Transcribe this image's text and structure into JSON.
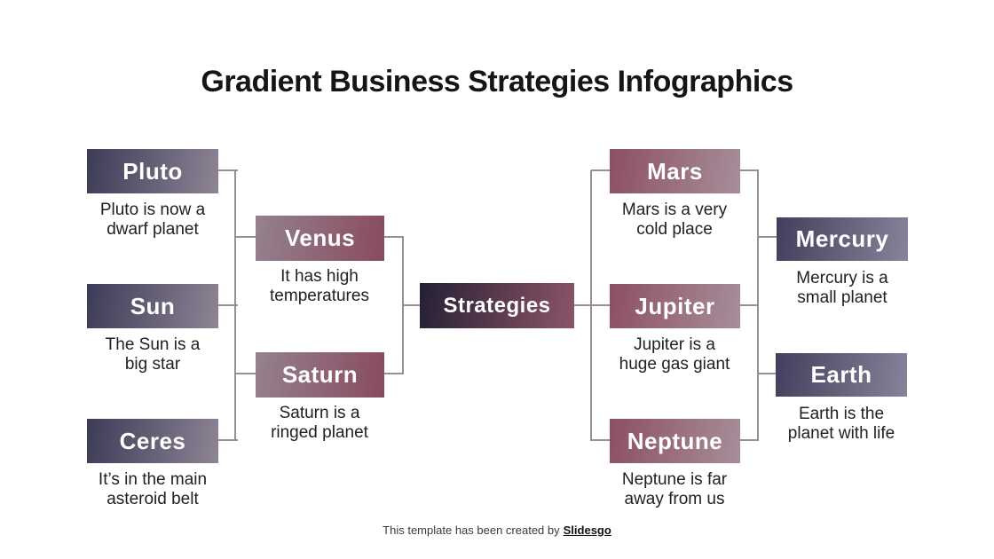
{
  "title": "Gradient Business Strategies Infographics",
  "center_node": {
    "label": "Strategies"
  },
  "nodes": {
    "pluto": {
      "label": "Pluto",
      "desc": [
        "Pluto is now a",
        "dwarf planet"
      ]
    },
    "sun": {
      "label": "Sun",
      "desc": [
        "The Sun is a",
        "big star"
      ]
    },
    "ceres": {
      "label": "Ceres",
      "desc": [
        "It’s in the main",
        "asteroid belt"
      ]
    },
    "venus": {
      "label": "Venus",
      "desc": [
        "It has high",
        "temperatures"
      ]
    },
    "saturn": {
      "label": "Saturn",
      "desc": [
        "Saturn is a",
        "ringed planet"
      ]
    },
    "mars": {
      "label": "Mars",
      "desc": [
        "Mars is a very",
        "cold place"
      ]
    },
    "jupiter": {
      "label": "Jupiter",
      "desc": [
        "Jupiter is a",
        "huge gas giant"
      ]
    },
    "neptune": {
      "label": "Neptune",
      "desc": [
        "Neptune is far",
        "away from us"
      ]
    },
    "mercury": {
      "label": "Mercury",
      "desc": [
        "Mercury is a",
        "small planet"
      ]
    },
    "earth": {
      "label": "Earth",
      "desc": [
        "Earth is the",
        "planet with life"
      ]
    }
  },
  "footer": {
    "text": "This template has been created by",
    "brand": "Slidesgo"
  },
  "colors": {
    "background": "#ffffff",
    "connector": "#998d99",
    "title_text": "#151515",
    "description_text": "#212121",
    "label_text": "#ffffff",
    "gradients": {
      "outer_left": [
        "#3c3b57",
        "#8e8494"
      ],
      "inner_left": [
        "#94828f",
        "#894a5f"
      ],
      "center": [
        "#252034",
        "#8d5468"
      ],
      "inner_right": [
        "#8c4f63",
        "#a78e9a"
      ],
      "outer_right": [
        "#413f5c",
        "#87839a"
      ]
    }
  }
}
